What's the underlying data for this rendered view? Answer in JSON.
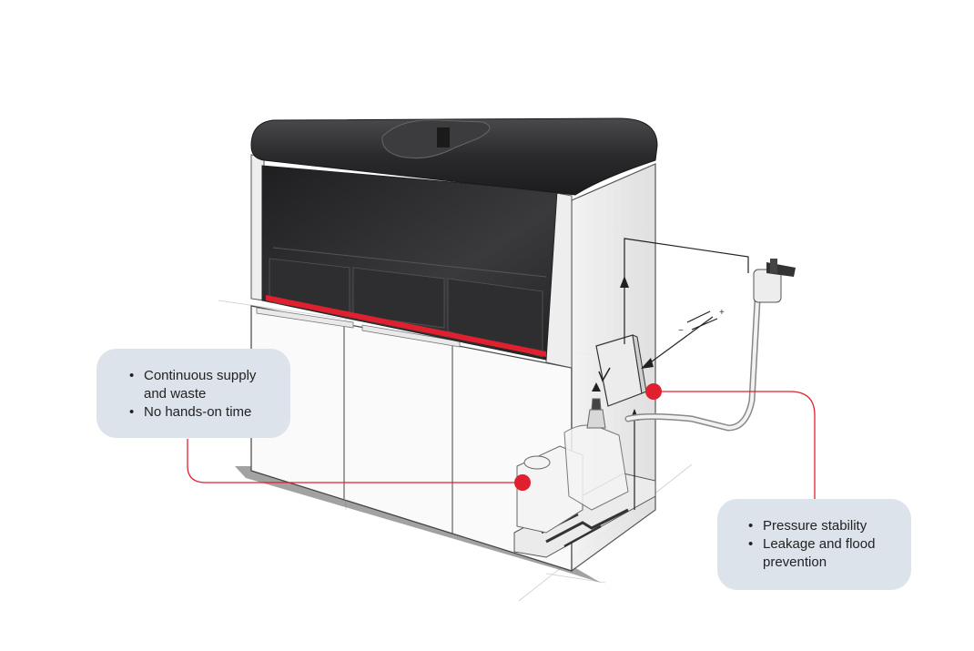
{
  "callouts": {
    "left": {
      "items": [
        "Continuous supply and waste",
        "No hands-on time"
      ]
    },
    "right": {
      "items": [
        "Pressure stability",
        "Leakage and flood prevention"
      ]
    }
  },
  "colors": {
    "accent_red": "#e0202f",
    "callout_bg": "#dde3ea",
    "instrument_dark": "#2b2b2d",
    "outline": "#555555"
  },
  "icons": [
    "instrument-illustration",
    "reservoir-bottle-icon",
    "sensor-box-icon",
    "pressure-source-icon",
    "connector-dot-icon"
  ]
}
